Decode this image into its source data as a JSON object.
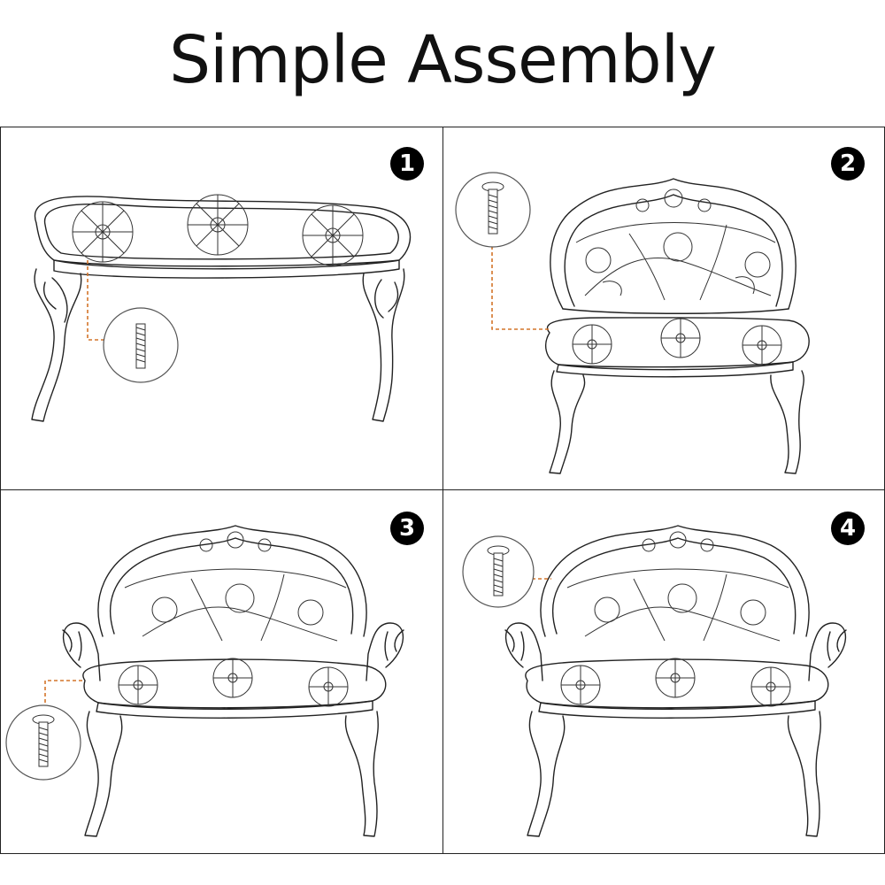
{
  "title": "Simple Assembly",
  "steps": [
    {
      "number": "1",
      "hardware": "threaded-rod"
    },
    {
      "number": "2",
      "hardware": "bolt"
    },
    {
      "number": "3",
      "hardware": "bolt"
    },
    {
      "number": "4",
      "hardware": "bolt"
    }
  ],
  "colors": {
    "leader_line": "#d4752a",
    "stroke": "#222222",
    "badge": "#000000"
  }
}
